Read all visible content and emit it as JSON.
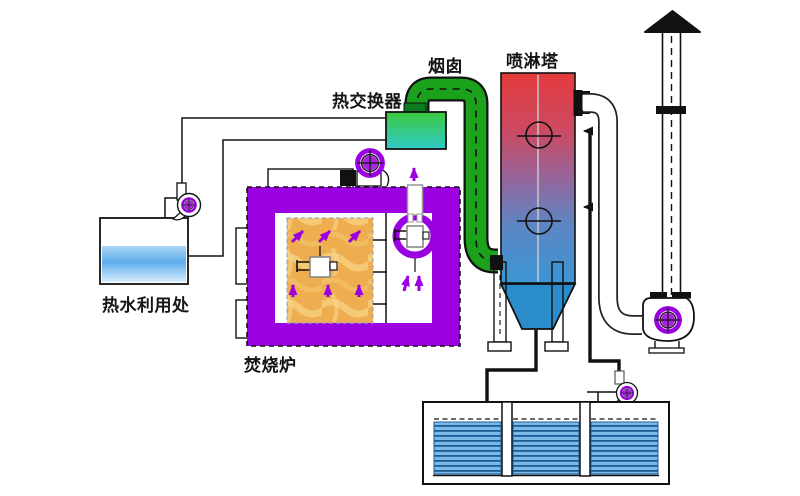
{
  "labels": {
    "heat_exchanger": "热交换器",
    "chimney": "烟囱",
    "spray_tower": "喷淋塔",
    "hot_water": "热水利用处",
    "incinerator": "焚烧炉"
  },
  "colors": {
    "purple": "#9a00e0",
    "pipe_green": "#1ba11b",
    "pipe_green_dark": "#0c7a1e",
    "tower_top": "#e43b3b",
    "tower_bottom": "#3b96d6",
    "cone": "#2b8ccb",
    "hx_top": "#3dc93d",
    "hx_bottom": "#2fc9c9",
    "fire": "#eead4e",
    "water_light": "#7db9e6",
    "water_dark": "#1d5c96",
    "line": "#111111"
  }
}
